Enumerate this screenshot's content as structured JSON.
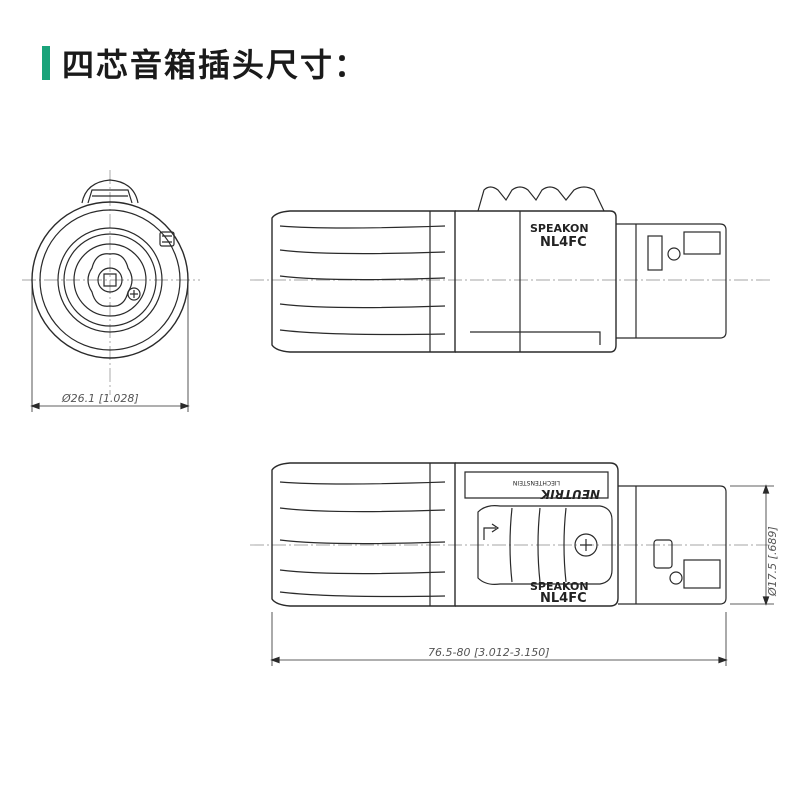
{
  "title": "四芯音箱插头尺寸：",
  "accent_color": "#1aa37a",
  "labels": {
    "diameter_front": "Ø26.1 [1.028]",
    "diameter_side": "Ø17.5 [.689]",
    "length": "76.5-80 [3.012-3.150]",
    "brand_top": "SPEAKON",
    "model_top": "NL4FC",
    "brand_bottom": "SPEAKON",
    "model_bottom": "NL4FC",
    "maker": "NEUTRIK",
    "maker_sub": "LIECHTENSTEIN"
  }
}
